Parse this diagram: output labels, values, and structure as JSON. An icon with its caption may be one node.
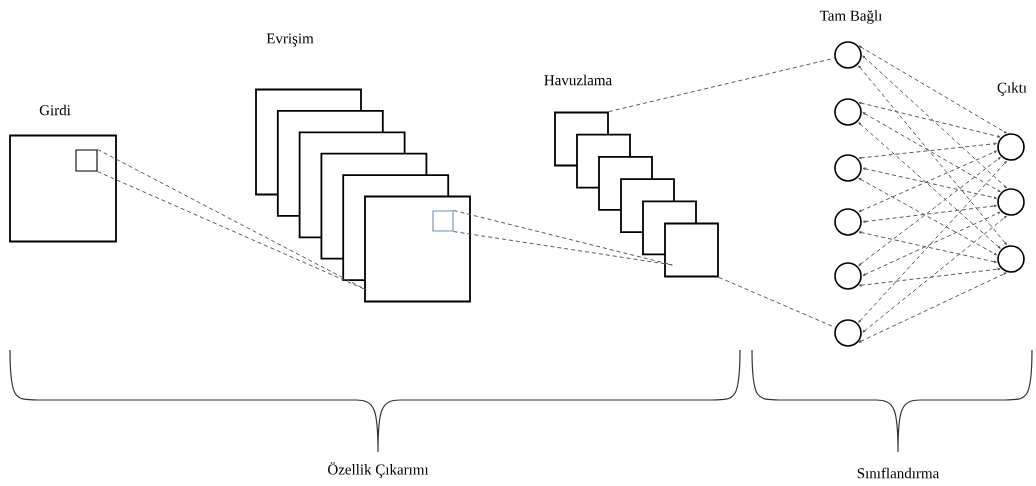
{
  "diagram": {
    "nodes": [
      {
        "text": [
          "Girdi"
        ]
      },
      {
        "text": [],
        "shape": "box",
        "in": 0
      },
      {
        "text": [
          "Evrişim"
        ]
      },
      {
        "text": [],
        "shape": "box"
      },
      {
        "text": [],
        "shape": "box"
      },
      {
        "text": [],
        "shape": "box"
      },
      {
        "text": [],
        "shape": "box"
      },
      {
        "text": [],
        "shape": "box"
      },
      {
        "text": [],
        "shape": "box",
        "in": 7
      },
      {
        "text": [
          "Havuzlama"
        ]
      },
      {
        "text": [],
        "shape": "box"
      },
      {
        "text": [],
        "shape": "box"
      },
      {
        "text": [],
        "shape": "box"
      },
      {
        "text": [],
        "shape": "box"
      },
      {
        "text": [],
        "shape": "box"
      },
      {
        "text": [
          "Tam Bağlı"
        ]
      },
      {
        "text": [],
        "shape": "circle"
      },
      {
        "text": [],
        "shape": "circle"
      },
      {
        "text": [],
        "shape": "circle"
      },
      {
        "text": [],
        "shape": "circle"
      },
      {
        "text": [],
        "shape": "circle"
      },
      {
        "text": [
          "Çıktı"
        ]
      },
      {
        "text": [],
        "shape": "circle"
      },
      {
        "text": [],
        "shape": "circle"
      }
    ],
    "edges": [
      {
        "from": 1,
        "to": 7,
        "arrow": "none",
        "style": "dashed"
      },
      {
        "from": 1,
        "to": 7,
        "arrow": "none",
        "style": "dashed"
      },
      {
        "from": 8,
        "to": 14,
        "arrow": "none",
        "style": "dashed"
      },
      {
        "from": 8,
        "to": 14,
        "arrow": "none",
        "style": "dashed"
      },
      {
        "from": 9,
        "to": 15,
        "arrow": "none",
        "style": "dashed"
      },
      {
        "from": 14,
        "to": 20,
        "arrow": "none",
        "style": "dashed"
      },
      {
        "from": 15,
        "to": 21,
        "arrow": "both",
        "style": "dashed"
      },
      {
        "from": 15,
        "to": 22,
        "arrow": "both",
        "style": "dashed"
      },
      {
        "from": 15,
        "to": 23,
        "arrow": "both",
        "style": "dashed"
      },
      {
        "from": 16,
        "to": 21,
        "arrow": "both",
        "style": "dashed"
      },
      {
        "from": 16,
        "to": 22,
        "arrow": "both",
        "style": "dashed"
      },
      {
        "from": 16,
        "to": 23,
        "arrow": "both",
        "style": "dashed"
      },
      {
        "from": 17,
        "to": 21,
        "arrow": "both",
        "style": "dashed"
      },
      {
        "from": 17,
        "to": 22,
        "arrow": "both",
        "style": "dashed"
      },
      {
        "from": 17,
        "to": 23,
        "arrow": "both",
        "style": "dashed"
      },
      {
        "from": 18,
        "to": 21,
        "arrow": "both",
        "style": "dashed"
      },
      {
        "from": 18,
        "to": 22,
        "arrow": "both",
        "style": "dashed"
      },
      {
        "from": 18,
        "to": 23,
        "arrow": "both",
        "style": "dashed"
      },
      {
        "from": 19,
        "to": 21,
        "arrow": "both",
        "style": "dashed"
      },
      {
        "from": 19,
        "to": 22,
        "arrow": "both",
        "style": "dashed"
      },
      {
        "from": 19,
        "to": 23,
        "arrow": "both",
        "style": "dashed"
      },
      {
        "from": 20,
        "to": 21,
        "arrow": "both",
        "style": "dashed"
      },
      {
        "from": 20,
        "to": 22,
        "arrow": "both",
        "style": "dashed"
      },
      {
        "from": 20,
        "to": 23,
        "arrow": "both",
        "style": "dashed"
      }
    ],
    "labels": [
      "Özellik Çıkarımı",
      "Sınıflandırma"
    ]
  }
}
